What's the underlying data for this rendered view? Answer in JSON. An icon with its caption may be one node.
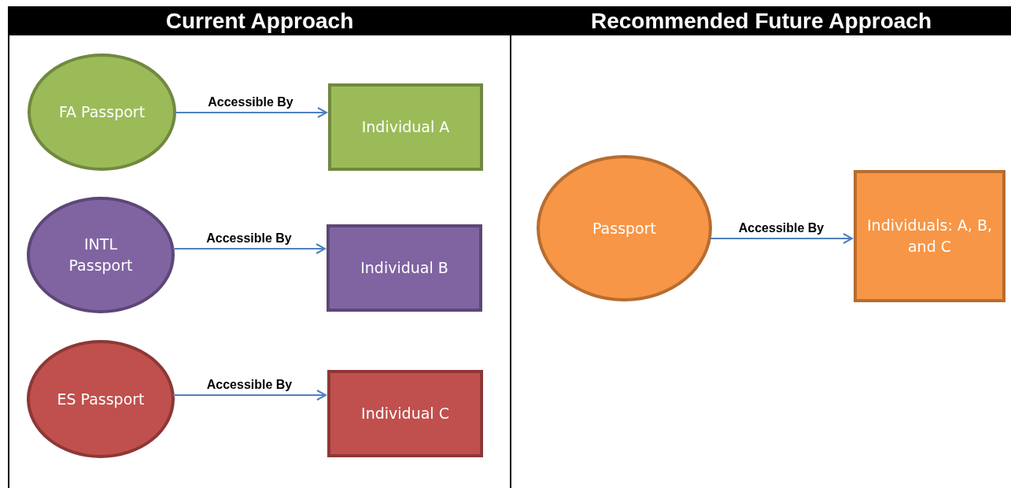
{
  "diagram": {
    "nodes": [
      {
        "text": [
          "Current Approach"
        ]
      },
      {
        "text": [
          "FA Passport"
        ],
        "in": 0
      },
      {
        "text": [
          "Individual A"
        ],
        "in": 0
      },
      {
        "text": [
          "INTL Passport"
        ],
        "in": 0
      },
      {
        "text": [
          "Individual B"
        ],
        "in": 0
      },
      {
        "text": [
          "ES Passport"
        ],
        "in": 0
      },
      {
        "text": [
          "Individual C"
        ],
        "in": 0
      },
      {
        "text": [
          "Recommended Future Approach"
        ]
      },
      {
        "text": [
          "Passport"
        ],
        "in": 7
      },
      {
        "text": [
          "Individuals: A, B, and C"
        ],
        "in": 7
      }
    ],
    "edges": [
      {
        "from": 1,
        "to": 2,
        "arrow": "to",
        "label": "Accessible By"
      },
      {
        "from": 3,
        "to": 4,
        "arrow": "to",
        "label": "Accessible By"
      },
      {
        "from": 5,
        "to": 6,
        "arrow": "to",
        "label": "Accessible By"
      },
      {
        "from": 8,
        "to": 9,
        "arrow": "to",
        "label": "Accessible By"
      }
    ]
  }
}
